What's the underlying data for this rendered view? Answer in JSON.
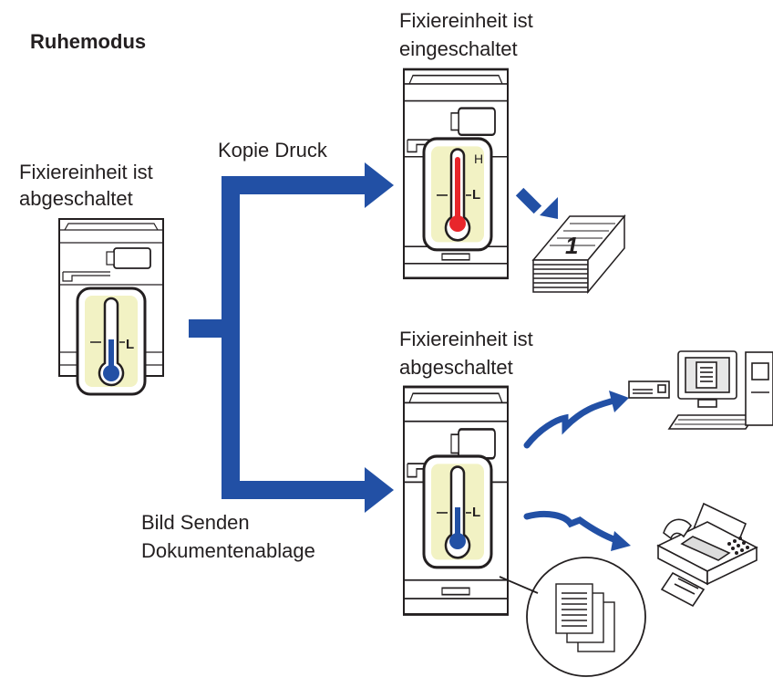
{
  "title": "Ruhemodus",
  "left_printer": {
    "line1": "Fixiereinheit ist",
    "line2": "abgeschaltet",
    "thermo_low": "L",
    "state": "off"
  },
  "top_printer": {
    "line1": "Fixiereinheit ist",
    "line2": "eingeschaltet",
    "thermo_high": "H",
    "thermo_low": "L",
    "state": "on"
  },
  "bottom_printer": {
    "line1": "Fixiereinheit ist",
    "line2": "abgeschaltet",
    "thermo_low": "L",
    "state": "off"
  },
  "arrow_top_label": "Kopie Druck",
  "arrow_bottom_label_line1": "Bild Senden",
  "arrow_bottom_label_line2": "Dokumentenablage",
  "paper_stack_number": "1",
  "colors": {
    "arrow": "#2250a5",
    "hot": "#e8262b",
    "cold": "#2250a5",
    "gauge_bg": "#f2f2c4",
    "line": "#231f20"
  }
}
